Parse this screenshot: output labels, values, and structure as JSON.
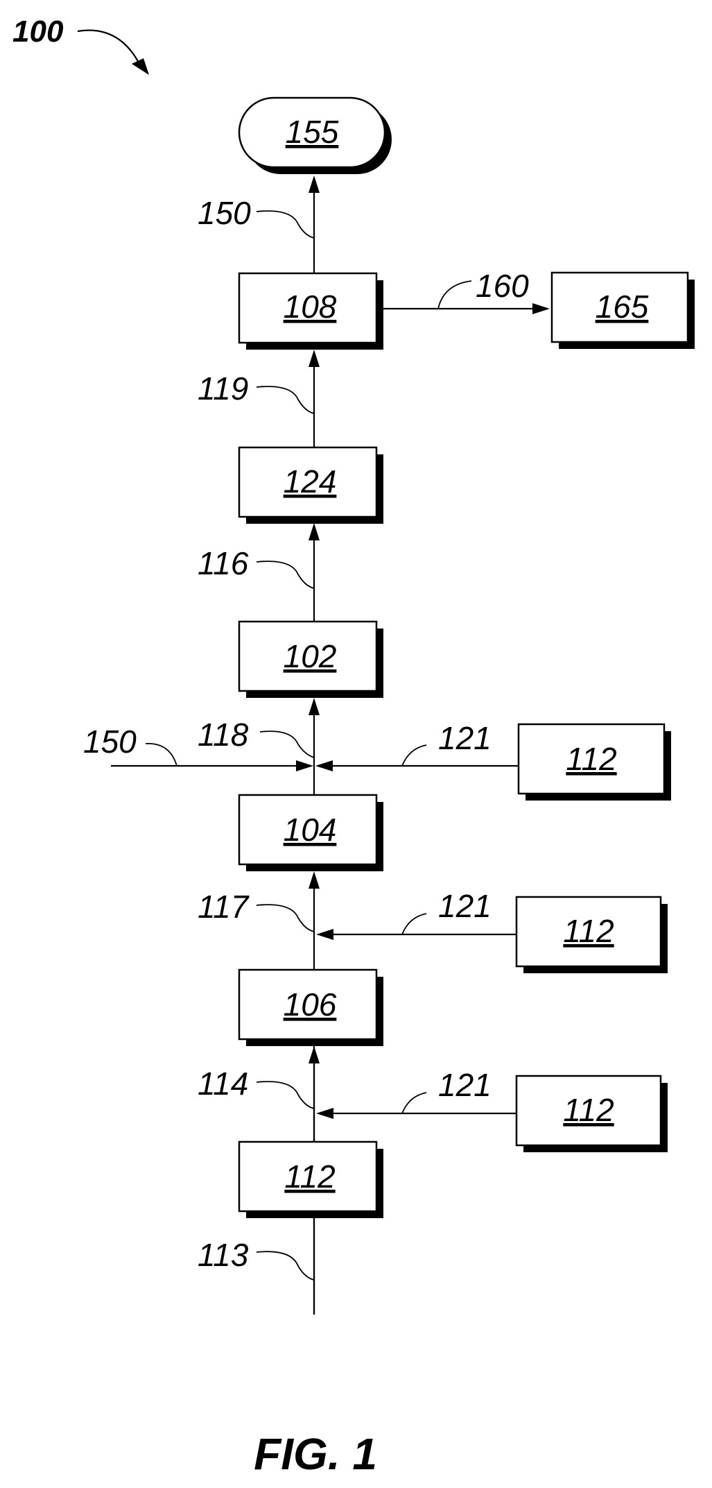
{
  "figure": {
    "id_label": "100",
    "caption": "FIG. 1"
  },
  "boxes": {
    "b155": "155",
    "b108": "108",
    "b165": "165",
    "b124": "124",
    "b102": "102",
    "b112_right_top": "112",
    "b104": "104",
    "b112_right_mid": "112",
    "b106": "106",
    "b112_right_bottom": "112",
    "b112_bottom": "112"
  },
  "streams": {
    "s150_top": "150",
    "s160": "160",
    "s119": "119",
    "s116": "116",
    "s150_left": "150",
    "s118": "118",
    "s121_top": "121",
    "s117": "117",
    "s121_mid": "121",
    "s114": "114",
    "s121_bottom": "121",
    "s113": "113"
  }
}
